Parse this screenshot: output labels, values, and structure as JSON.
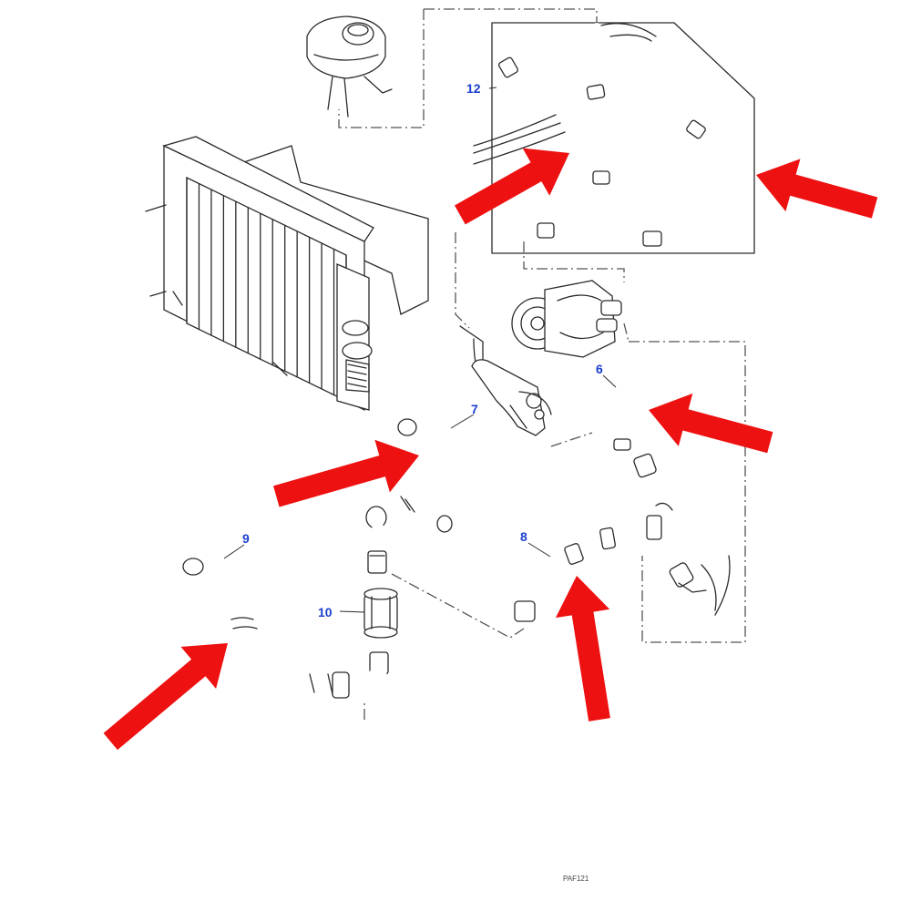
{
  "diagram": {
    "callouts": {
      "c12": "12",
      "c7": "7",
      "c6": "6",
      "c8": "8",
      "c9": "9",
      "c10": "10"
    },
    "drawing_code": "PAF121",
    "colors": {
      "callout_text": "#1a3fcc",
      "highlight_arrow": "#ee1111",
      "linework": "#2b2b2b"
    }
  }
}
